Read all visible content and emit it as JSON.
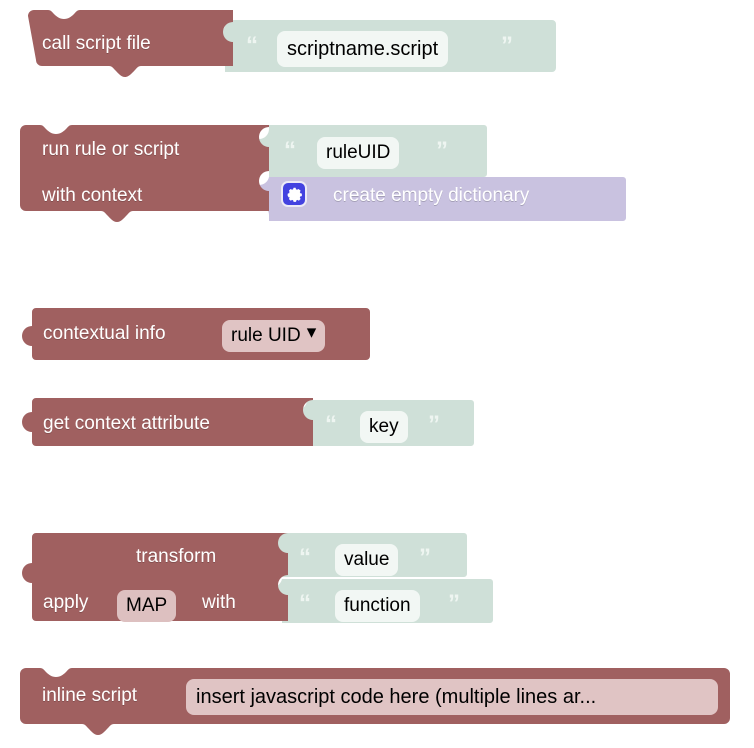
{
  "palette": {
    "block_red": "#a06060",
    "block_red_edge": "#8f5555",
    "value_green": "#cfe0d8",
    "value_green_edge": "#c2d6cc",
    "value_purple": "#c9c2e0",
    "field_light": "#f2f7f4",
    "field_rose": "#e0c4c4",
    "gear_blue": "#4342e0",
    "text_light": "#ffffff",
    "text_dark": "#000000",
    "canvas": "#ffffff"
  },
  "blocks": [
    {
      "id": "call-script-file",
      "kind": "statement",
      "label": "call script file",
      "value": {
        "kind": "text-value",
        "open_quote": "“",
        "close_quote": "”",
        "field_value": "scriptname.script"
      }
    },
    {
      "id": "run-rule-or-script",
      "kind": "statement-two-row",
      "label_row1": "run rule or script",
      "label_row2": "with context",
      "value_row1": {
        "kind": "text-value",
        "open_quote": "“",
        "close_quote": "”",
        "field_value": "ruleUID"
      },
      "value_row2": {
        "kind": "gear-value",
        "icon": "gear-icon",
        "label": "create empty dictionary"
      }
    },
    {
      "id": "contextual-info",
      "kind": "reporter",
      "label": "contextual info",
      "dropdown": {
        "selected": "rule UID",
        "caret": "▾"
      }
    },
    {
      "id": "get-context-attribute",
      "kind": "reporter",
      "label": "get context attribute",
      "value": {
        "kind": "text-value",
        "open_quote": "“",
        "close_quote": "”",
        "field_value": "key"
      }
    },
    {
      "id": "transform",
      "kind": "reporter-two-row",
      "label_row1": "transform",
      "label_row2_pre": "apply",
      "label_row2_post": "with",
      "dropdown": {
        "selected": "MAP"
      },
      "value_row1": {
        "kind": "text-value",
        "open_quote": "“",
        "close_quote": "”",
        "field_value": "value"
      },
      "value_row2": {
        "kind": "text-value",
        "open_quote": "“",
        "close_quote": "”",
        "field_value": "function"
      }
    },
    {
      "id": "inline-script",
      "kind": "statement",
      "label": "inline script",
      "field_value": "insert javascript code here (multiple lines ar..."
    }
  ]
}
